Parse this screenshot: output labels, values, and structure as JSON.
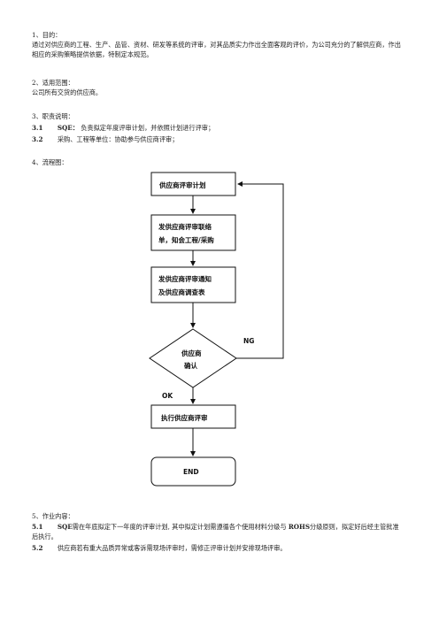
{
  "sections": {
    "purpose": {
      "heading": "1、目的：",
      "body": "通过对供应商的工程、生产、品管、资材、研发等系统的评审，对其品质实力作出全面客观的评价，为公司充分的了解供应商，作出相应的采购策略提供依据，特制定本规范。"
    },
    "scope": {
      "heading": "2、适用范围：",
      "body": "公司所有交货的供应商。"
    },
    "duties": {
      "heading": "3、职责说明：",
      "items": [
        {
          "num": "3.1",
          "role": "SQE：",
          "text": "负责拟定年度评审计划，并依照计划进行评审；"
        },
        {
          "num": "3.2",
          "role": "",
          "text": "采购、工程等单位：协助参与供应商评审；"
        }
      ]
    },
    "flow": {
      "heading": "4、流程图：",
      "steps": {
        "plan": "供应商评审计划",
        "contact_line1": "发供应商评审联络",
        "contact_line2": "单，知会工程/采购",
        "notice_line1": "发供应商评审通知",
        "notice_line2": "及供应商调查表",
        "confirm_line1": "供应商",
        "confirm_line2": "确认",
        "execute": "执行供应商评审",
        "end": "END"
      },
      "labels": {
        "ng": "NG",
        "ok": "OK"
      }
    },
    "content": {
      "heading": "5、作业内容：",
      "items": [
        {
          "num": "5.1",
          "prefix": "SQE",
          "text": "需在年底拟定下一年度的评审计划, 其中拟定计划需遵循各个使用材料分级与",
          "bold_mid": "ROHS",
          "text2": "分级原则，拟定好后经主管批准后执行。"
        },
        {
          "num": "5.2",
          "text": "供应商若有重大品质异常或客诉需现场评审时，需修正评审计划并安排现场评审。"
        }
      ]
    }
  }
}
